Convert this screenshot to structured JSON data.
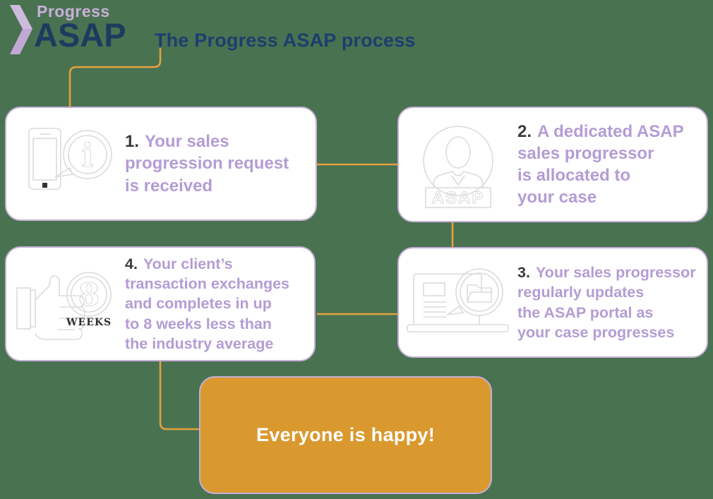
{
  "logo": {
    "line1": "Progress",
    "line2": "ASAP"
  },
  "title": "The Progress ASAP process",
  "steps": [
    {
      "number": "1.",
      "lines": [
        "Your sales",
        "progression request",
        "is received"
      ]
    },
    {
      "number": "2.",
      "lines": [
        "A dedicated ASAP",
        "sales progressor",
        "is allocated to",
        "your case"
      ]
    },
    {
      "number": "3.",
      "lines": [
        "Your sales progressor",
        "regularly updates",
        "the ASAP portal as",
        "your case progresses"
      ]
    },
    {
      "number": "4.",
      "lines": [
        "Your client’s",
        "transaction exchanges",
        "and completes in up",
        "to 8 weeks less than",
        "the industry average"
      ]
    }
  ],
  "icons": {
    "step1": "phone-with-info-bubble",
    "step2": "asap-agent-avatar",
    "step3": "laptop-with-folder-bubble",
    "step4": "thumbs-up-8-weeks",
    "badge_text": "ASAP",
    "info_glyph": "i",
    "weeks_number": "8",
    "weeks_label": "WEEKS"
  },
  "outcome": {
    "label": "Everyone is happy!"
  },
  "colors": {
    "background": "#497251",
    "card_border": "#C4AFD6",
    "card_fill": "#FFFFFF",
    "step_text": "#B49CD4",
    "number_text": "#3B3B3B",
    "logo_navy": "#1E3A5F",
    "logo_lavender": "#C9AFD9",
    "title_navy": "#1D3E6D",
    "connector_orange": "#E3A23C",
    "outcome_fill": "#D9992F",
    "outcome_text": "#FFFFFF",
    "icon_stroke": "#DBDBDB"
  }
}
